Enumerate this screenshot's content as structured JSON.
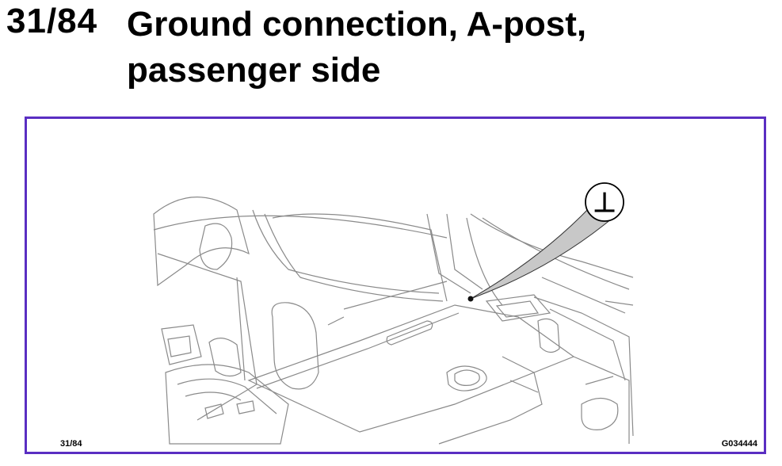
{
  "header": {
    "number": "31/84",
    "title_line1": "Ground connection, A-post,",
    "title_line2": "passenger side"
  },
  "figure": {
    "number": "31/84",
    "code": "G034444",
    "ground_symbol": "⊥",
    "frame_color": "#5a2ec2",
    "callout_fill": "#c8c8c8",
    "line_color": "#888888"
  }
}
